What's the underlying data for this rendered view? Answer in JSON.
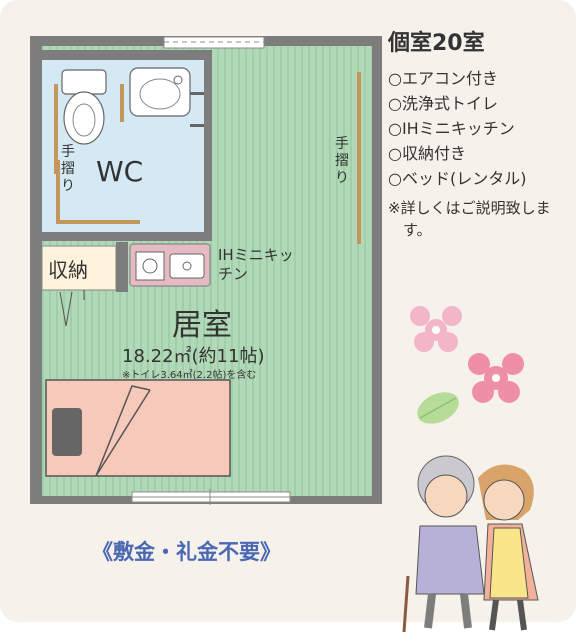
{
  "title": "個室20室",
  "features": [
    "○エアコン付き",
    "○洗浄式トイレ",
    "○IHミニキッチン",
    "○収納付き",
    "○ベッド(レンタル)"
  ],
  "note": "※詳しくはご説明致します。",
  "floorplan": {
    "handrail_label": "手摺り",
    "wc_label": "WC",
    "storage_label": "収納",
    "kitchen_label": "IHミニキッチン",
    "room_label": "居室",
    "room_area": "18.22㎡(約11帖)",
    "toilet_note": "※トイレ3.64㎡(2.2帖)を含む"
  },
  "caption": "《敷金・礼金不要》",
  "colors": {
    "wall": "#7d7d7d",
    "floor": "#a8d4b0",
    "wc": "#d4e9f4",
    "bed": "#f6c9bb",
    "accent_text": "#4a68b4",
    "handrail": "#c3965b"
  }
}
